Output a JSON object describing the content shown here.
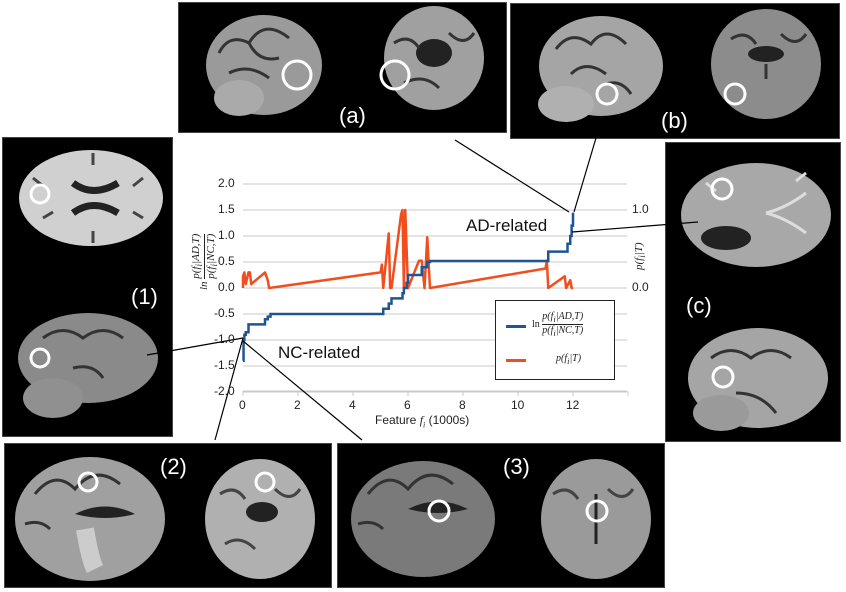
{
  "panels": {
    "a": {
      "label": "(a)"
    },
    "b": {
      "label": "(b)"
    },
    "c": {
      "label": "(c)"
    },
    "p1": {
      "label": "(1)"
    },
    "p2": {
      "label": "(2)"
    },
    "p3": {
      "label": "(3)"
    }
  },
  "annotations": {
    "ad": "AD-related",
    "nc": "NC-related"
  },
  "colors": {
    "log_ratio": "#1f5590",
    "prob": "#f04e1e",
    "grid": "#c8c8c8"
  },
  "chart_data": {
    "type": "line",
    "title": "",
    "xlabel": "Feature f_i (1000s)",
    "ylabel": "ln p(f_i|AD,T) / p(f_i|NC,T)",
    "y2label": "p(f_i|T)",
    "xlim": [
      0,
      14
    ],
    "ylim": [
      -2.0,
      2.0
    ],
    "y2lim": [
      0.0,
      1.0
    ],
    "x_ticks": [
      "0",
      "2",
      "4",
      "6",
      "8",
      "10",
      "12"
    ],
    "y_ticks": [
      "2.0",
      "1.5",
      "1.0",
      "0.5",
      "0.0",
      "-0.5",
      "-1.0",
      "-1.5",
      "-2.0"
    ],
    "y2_ticks": [
      "1.0",
      "0.0"
    ],
    "grid": true,
    "legend_position": "lower right",
    "legend": [
      "ln p(f_i|AD,T) / p(f_i|NC,T)",
      "p(f_i|T)"
    ],
    "series": [
      {
        "name": "ln p(f_i|AD,T) / p(f_i|NC,T)",
        "axis": "left",
        "x": [
          0,
          0.02,
          0.05,
          0.1,
          0.2,
          0.3,
          0.8,
          0.9,
          1.0,
          5.0,
          5.1,
          5.3,
          5.4,
          5.8,
          5.85,
          5.95,
          6.0,
          6.4,
          6.5,
          6.7,
          6.8,
          11.0,
          11.1,
          11.7,
          11.8,
          11.9,
          11.95,
          12.0
        ],
        "values": [
          -1.4,
          -1.0,
          -0.9,
          -0.85,
          -0.7,
          -0.7,
          -0.6,
          -0.55,
          -0.5,
          -0.5,
          -0.4,
          -0.3,
          -0.2,
          -0.1,
          0.0,
          0.1,
          0.25,
          0.25,
          0.4,
          0.5,
          0.52,
          0.52,
          0.7,
          0.7,
          0.85,
          1.0,
          1.2,
          1.45
        ]
      },
      {
        "name": "p(f_i|T)",
        "axis": "right",
        "x": [
          0,
          0.05,
          0.1,
          0.2,
          0.25,
          0.3,
          0.8,
          0.85,
          0.9,
          0.95,
          5.0,
          5.05,
          5.1,
          5.3,
          5.35,
          5.4,
          5.75,
          5.8,
          5.85,
          5.9,
          6.0,
          6.4,
          6.5,
          6.6,
          6.7,
          6.8,
          11.0,
          11.05,
          11.1,
          11.7,
          11.75,
          11.9,
          11.95,
          12.0
        ],
        "values": [
          0.15,
          0.2,
          0.05,
          0.2,
          0.2,
          0.05,
          0.2,
          0.15,
          0.1,
          0.0,
          0.2,
          0.3,
          0.0,
          0.7,
          0.0,
          0.0,
          0.95,
          1.0,
          0.0,
          1.0,
          0.0,
          0.35,
          0.35,
          0.0,
          0.65,
          0.0,
          0.25,
          0.35,
          0.0,
          0.15,
          0.0,
          0.1,
          0.0,
          0.0
        ]
      }
    ]
  }
}
